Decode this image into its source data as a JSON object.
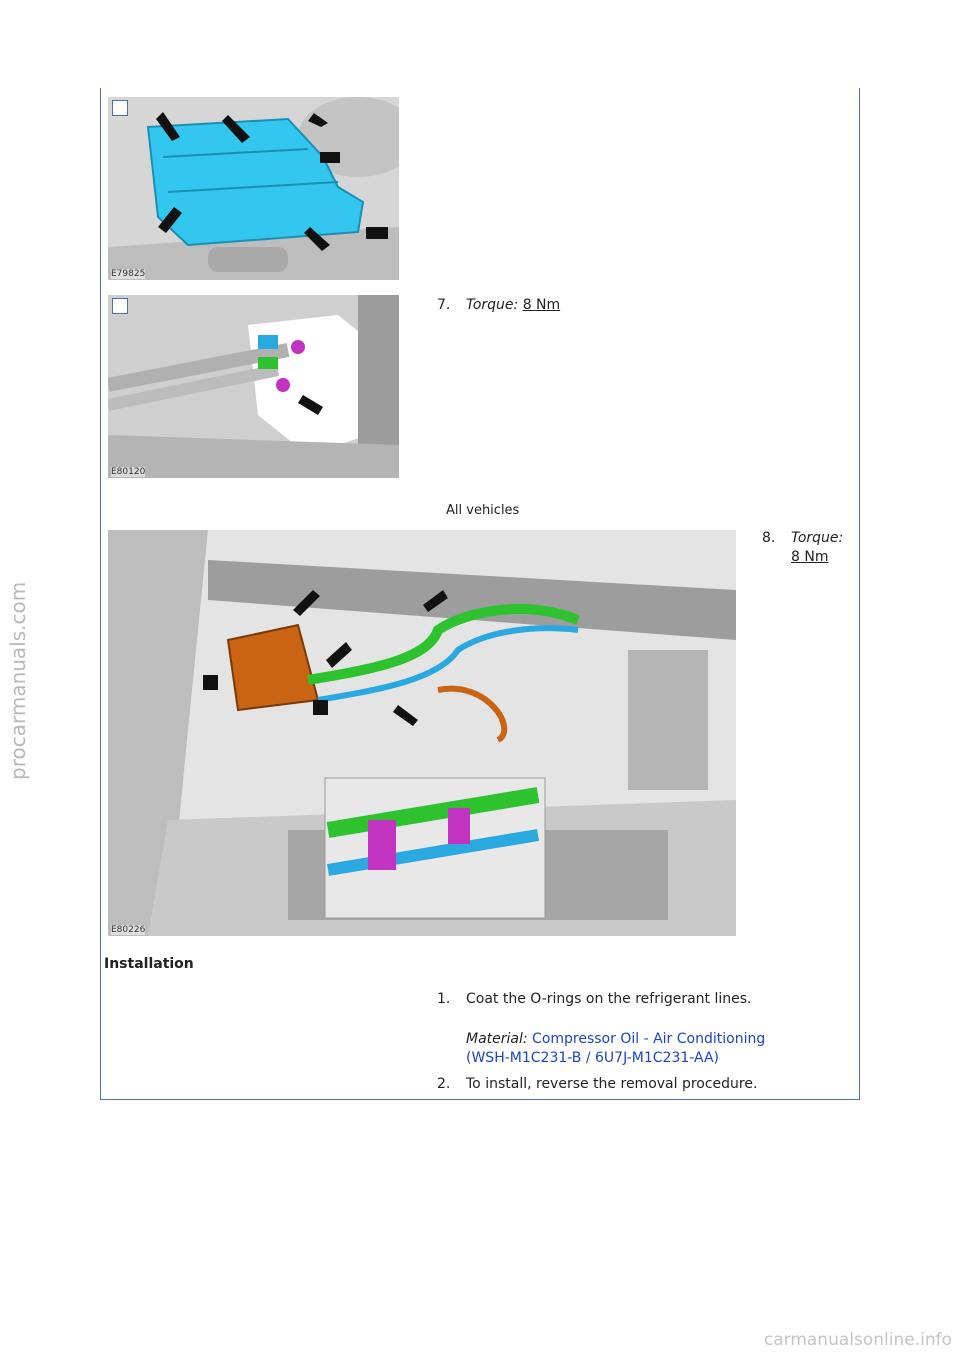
{
  "figures": [
    {
      "code": "E79825"
    },
    {
      "code": "E80120"
    },
    {
      "code": "E80226"
    }
  ],
  "step7": {
    "num": "7.",
    "label": "Torque:",
    "value": "8 Nm"
  },
  "caption": "All vehicles",
  "step8": {
    "num": "8.",
    "label": "Torque:",
    "value": "8 Nm"
  },
  "installation": {
    "heading": "Installation",
    "step1": {
      "num": "1.",
      "text": "Coat the O-rings on the refrigerant lines.",
      "material_label": "Material:",
      "material_line1": "Compressor Oil - Air Conditioning",
      "material_line2": "(WSH-M1C231-B / 6U7J-M1C231-AA)"
    },
    "step2": {
      "num": "2.",
      "text": "To install, reverse the removal procedure."
    }
  },
  "watermarks": {
    "side": "procarmanuals.com",
    "bottom": "carmanualsonline.info"
  },
  "colors": {
    "frame": "#4a6fb5",
    "link": "#1a45c8",
    "cover": "#33c6ee",
    "pipe_green": "#2ec22e",
    "pipe_blue": "#2aa8e0",
    "clamp": "#c233c2",
    "bracket": "#c86414"
  }
}
